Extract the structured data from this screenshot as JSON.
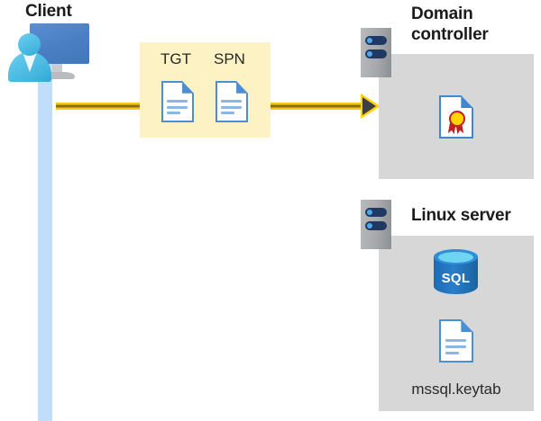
{
  "diagram": {
    "title_client": "Client",
    "nodes": {
      "client": {
        "label": "Client",
        "icon": "client-user-monitor-icon"
      },
      "domain_controller": {
        "label": "Domain controller",
        "label_line1": "Domain",
        "label_line2": "controller",
        "icon": "server-rack-icon",
        "contents": [
          {
            "icon": "certificate-document-icon",
            "label": ""
          }
        ]
      },
      "linux_server": {
        "label": "Linux server",
        "icon": "server-rack-icon",
        "contents": [
          {
            "icon": "sql-database-icon",
            "label": "SQL"
          },
          {
            "icon": "keytab-document-icon",
            "label": "mssql.keytab"
          }
        ]
      }
    },
    "ticket_panel": {
      "items": [
        {
          "label": "TGT",
          "icon": "document-icon"
        },
        {
          "label": "SPN",
          "icon": "document-icon"
        }
      ]
    },
    "flow": {
      "arrow": "client-to-domain-controller-arrow"
    },
    "colors": {
      "highlight_panel": "#fdf2c3",
      "panel_gray": "#d7d7d7",
      "arrow_yellow": "#ffd400",
      "arrow_dark": "#3c3f45",
      "lifeline_blue": "#c2dcfb",
      "doc_blue": "#4a8fd4",
      "sql_blue": "#2a7ec9",
      "seal_gold": "#ffd400",
      "ribbon_red": "#c0201f",
      "text_dark": "#1b1b1b"
    }
  }
}
